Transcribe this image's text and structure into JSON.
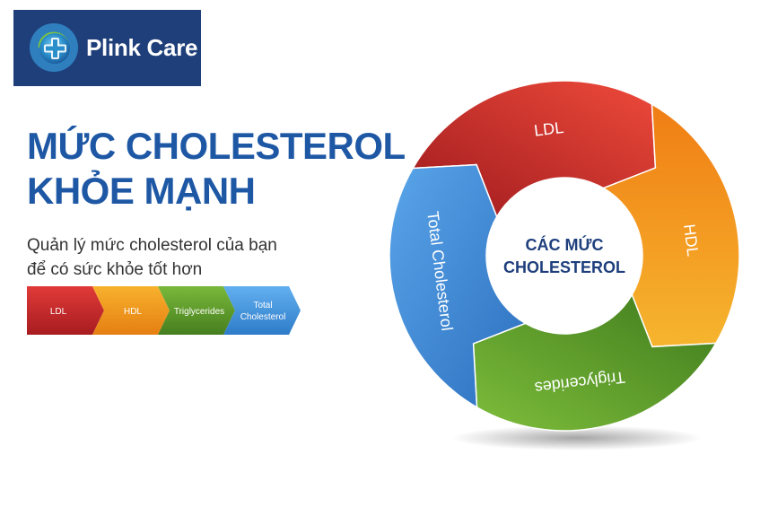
{
  "logo": {
    "text": "Plink Care"
  },
  "title": {
    "line1": "MỨC CHOLESTEROL",
    "line2": "KHỎE MẠNH"
  },
  "subtitle": {
    "line1": "Quản lý mức cholesterol của bạn",
    "line2": "để có sức khỏe tốt hơn"
  },
  "steps": [
    {
      "label": "LDL",
      "color": "#c9262b"
    },
    {
      "label": "HDL",
      "color": "#f29a1f"
    },
    {
      "label": "Triglycerides",
      "color": "#5f9e2c"
    },
    {
      "label_line1": "Total",
      "label_line2": "Cholesterol",
      "color": "#3f8fd6"
    }
  ],
  "cycle": {
    "center_line1": "CÁC MỨC",
    "center_line2": "CHOLESTEROL",
    "segments": [
      {
        "label": "LDL",
        "color": "#d42a2a"
      },
      {
        "label": "HDL",
        "color": "#f49a1c"
      },
      {
        "label": "Triglycerides",
        "color": "#5e9c2b"
      },
      {
        "label": "Total Cholesterol",
        "color": "#3b7fcf"
      }
    ]
  }
}
